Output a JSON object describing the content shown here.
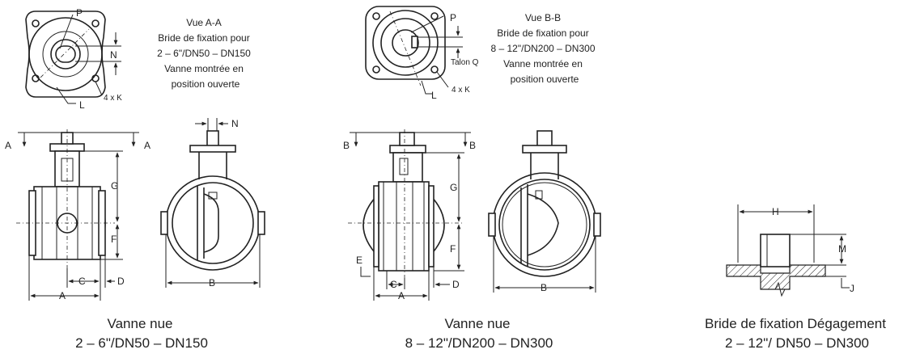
{
  "view_a": {
    "label_p": "P",
    "label_n": "N",
    "label_l": "L",
    "label_k": "4 x K",
    "notes": [
      "Vue A-A",
      "Bride de fixation pour",
      "2 – 6\"/DN50 – DN150",
      "Vanne montrée en",
      "position ouverte"
    ]
  },
  "view_b": {
    "label_p": "P",
    "label_talon": "Talon Q",
    "label_l": "L",
    "label_k": "4 x K",
    "notes": [
      "Vue B-B",
      "Bride de fixation pour",
      "8 – 12\"/DN200 – DN300",
      "Vanne montrée en",
      "position ouverte"
    ]
  },
  "valve_small": {
    "section_letter": "A",
    "dims": {
      "g": "G",
      "f": "F",
      "c": "C",
      "d": "D",
      "a": "A",
      "n": "N",
      "b": "B"
    }
  },
  "valve_large": {
    "section_letter": "B",
    "dims": {
      "g": "G",
      "f": "F",
      "c": "C",
      "d": "D",
      "a": "A",
      "e": "E",
      "b": "B"
    }
  },
  "flange_detail": {
    "dims": {
      "h": "H",
      "m": "M",
      "j": "J"
    }
  },
  "captions": {
    "left": [
      "Vanne nue",
      "2 – 6\"/DN50 – DN150"
    ],
    "middle": [
      "Vanne nue",
      "8 – 12\"/DN200 – DN300"
    ],
    "right": [
      "Bride de fixation Dégagement",
      "2 – 12\"/ DN50 – DN300"
    ]
  }
}
